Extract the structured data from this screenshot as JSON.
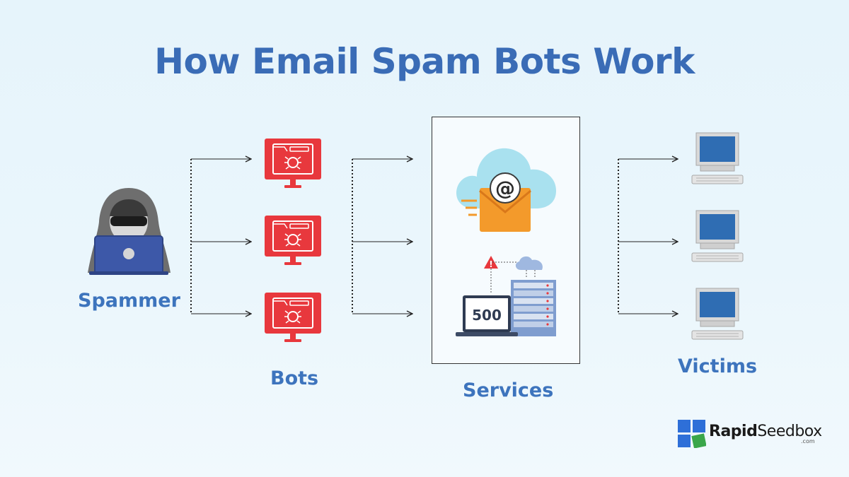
{
  "title": "How Email Spam Bots Work",
  "labels": {
    "spammer": "Spammer",
    "bots": "Bots",
    "services": "Services",
    "victims": "Victims"
  },
  "error_code": "500",
  "warning_glyph": "!",
  "email_glyph": "@",
  "logo": {
    "bold": "Rapid",
    "regular": "Seedbox",
    "suffix": ".com"
  },
  "colors": {
    "title": "#3a6cb6",
    "label": "#3d74bd",
    "bot_red": "#e8383d",
    "cloud": "#a9e1ef",
    "envelope": "#f39a2b",
    "laptop_screen": "#3d58a8",
    "hood": "#6e6e6e",
    "victim_screen": "#2f6db3"
  },
  "icons": [
    "hacker-icon",
    "bot-monitor-icon",
    "email-cloud-icon",
    "server-error-icon",
    "desktop-computer-icon",
    "rapidseedbox-logo-icon"
  ]
}
